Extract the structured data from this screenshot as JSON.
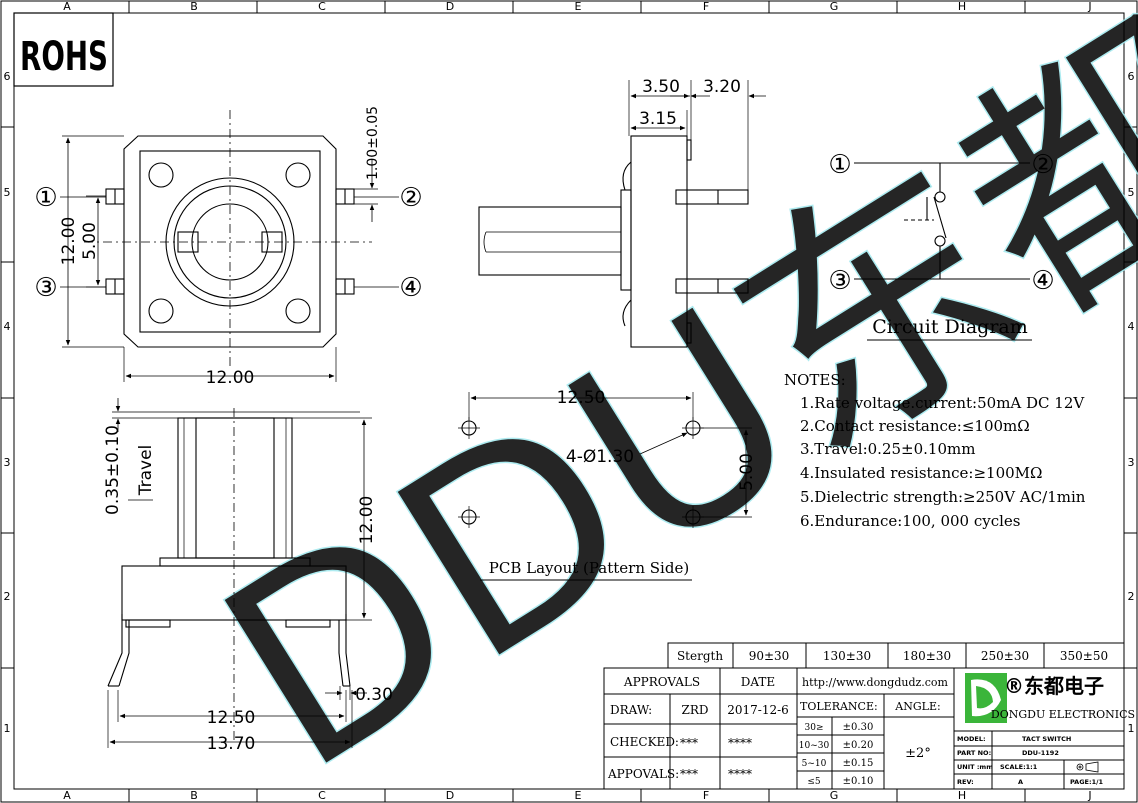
{
  "rohs_mark": "ROHS",
  "border": {
    "columns": [
      "A",
      "B",
      "C",
      "D",
      "E",
      "F",
      "G",
      "H",
      "J"
    ],
    "rows": [
      "6",
      "5",
      "4",
      "3",
      "2",
      "1"
    ]
  },
  "top_view": {
    "width": "12.00",
    "height": "12.00",
    "pin_pitch": "5.00",
    "lead_width": "1.00±0.05",
    "pins": [
      "①",
      "②",
      "③",
      "④"
    ]
  },
  "side_view": {
    "dims": [
      "3.50",
      "3.20",
      "3.15"
    ]
  },
  "front_view": {
    "travel_value": "0.35±0.10",
    "travel_label": "Travel",
    "height": "12.00",
    "lead_thickness": "0.30",
    "pitch": "12.50",
    "overall": "13.70"
  },
  "pcb_layout": {
    "pitch_x": "12.50",
    "pitch_y": "5.00",
    "holes": "4-Ø1.30",
    "title": "PCB Layout (Pattern Side)"
  },
  "circuit": {
    "title": "Circuit Diagram",
    "pins": [
      "①",
      "②",
      "③",
      "④"
    ]
  },
  "notes": {
    "heading": "NOTES:",
    "items": [
      "1.Rate voltage.current:50mA DC 12V",
      "2.Contact resistance:≤100mΩ",
      "3.Travel:0.25±0.10mm",
      "4.Insulated resistance:≥100MΩ",
      "5.Dielectric strength:≥250V AC/1min",
      "6.Endurance:100, 000 cycles"
    ]
  },
  "watermark": "DDU东都",
  "strength_table": {
    "label": "Stergth",
    "values": [
      "90±30",
      "130±30",
      "180±30",
      "250±30",
      "350±50"
    ]
  },
  "title_block": {
    "approvals_header": "APPROVALS",
    "date_header": "DATE",
    "url": "http://www.dongdudz.com",
    "draw_label": "DRAW:",
    "draw_name": "ZRD",
    "draw_date": "2017-12-6",
    "checked_label": "CHECKED:",
    "checked_name": "***",
    "checked_date": "****",
    "appovals_label": "APPOVALS:",
    "appovals_name": "***",
    "appovals_date": "****",
    "tolerance_label": "TOLERANCE:",
    "angle_label": "ANGLE:",
    "angle_value": "±2°",
    "tolerance_rows": [
      {
        "range": "30≥",
        "tol": "±0.30"
      },
      {
        "range": "10~30",
        "tol": "±0.20"
      },
      {
        "range": "5~10",
        "tol": "±0.15"
      },
      {
        "range": "≤5",
        "tol": "±0.10"
      }
    ],
    "company_cn": "®东都电子",
    "company_en": "DONGDU ELECTRONICS",
    "model_label": "MODEL:",
    "model_value": "TACT SWITCH",
    "part_label": "PART NO:",
    "part_value": "DDU-1192",
    "unit_label": "UNIT :mm",
    "scale_label": "SCALE:1:1",
    "rev_label": "REV:",
    "rev_value": "A",
    "page_label": "PAGE:1/1"
  },
  "colors": {
    "line": "#000000",
    "watermark": "#bff4f7",
    "logo_green": "#3bb53a"
  }
}
